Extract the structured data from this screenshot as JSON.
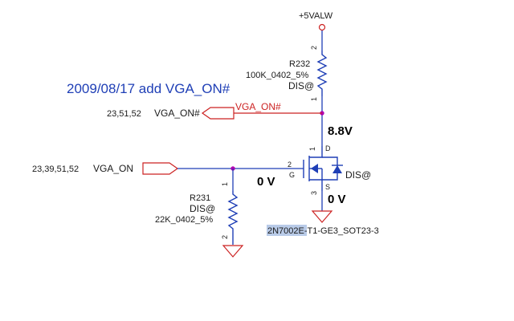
{
  "rail": {
    "label": "+5VALW"
  },
  "annotation": {
    "text": "2009/08/17 add VGA_ON#"
  },
  "r232": {
    "ref": "R232",
    "value": "100K_0402_5%",
    "option": "DIS@",
    "pin_top": "2",
    "pin_bottom": "1"
  },
  "r231": {
    "ref": "R231",
    "option": "DIS@",
    "value": "22K_0402_5%",
    "pin_top": "1",
    "pin_bottom": "2"
  },
  "vga_on_n_port": {
    "pages": "23,51,52",
    "name": "VGA_ON#"
  },
  "vga_on_n_net": {
    "label": "VGA_ON#"
  },
  "vga_on_port": {
    "pages": "23,39,51,52",
    "name": "VGA_ON"
  },
  "mosfet": {
    "part_highlight": "2N7002E",
    "part_rest": "-T1-GE3_SOT23-3",
    "option": "DIS@",
    "pin_gate": "2",
    "gate_letter": "G",
    "pin_drain": "1",
    "drain_letter": "D",
    "pin_source": "3",
    "source_letter": "S"
  },
  "measurements": {
    "drain_voltage": "8.8V",
    "gate_voltage": "0 V",
    "source_voltage": "0 V"
  }
}
